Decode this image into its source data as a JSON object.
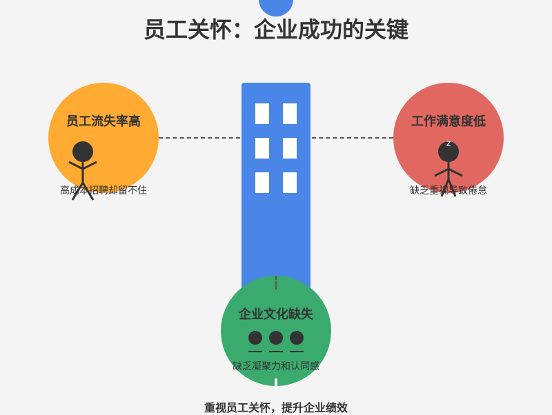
{
  "title": "员工关怀：企业成功的关键",
  "issues": [
    {
      "label": "员工流失率高",
      "description": "高成本招聘却留不住",
      "color": "#ffaa33"
    },
    {
      "label": "工作满意度低",
      "description": "缺乏重视导致倦怠",
      "color": "#e06860",
      "figure_text": "z"
    },
    {
      "label": "企业文化缺失",
      "description": "缺乏凝聚力和认同感",
      "color": "#3aaa6e"
    }
  ],
  "building_color": "#4a86e8",
  "footer": "重视员工关怀，提升企业绩效"
}
